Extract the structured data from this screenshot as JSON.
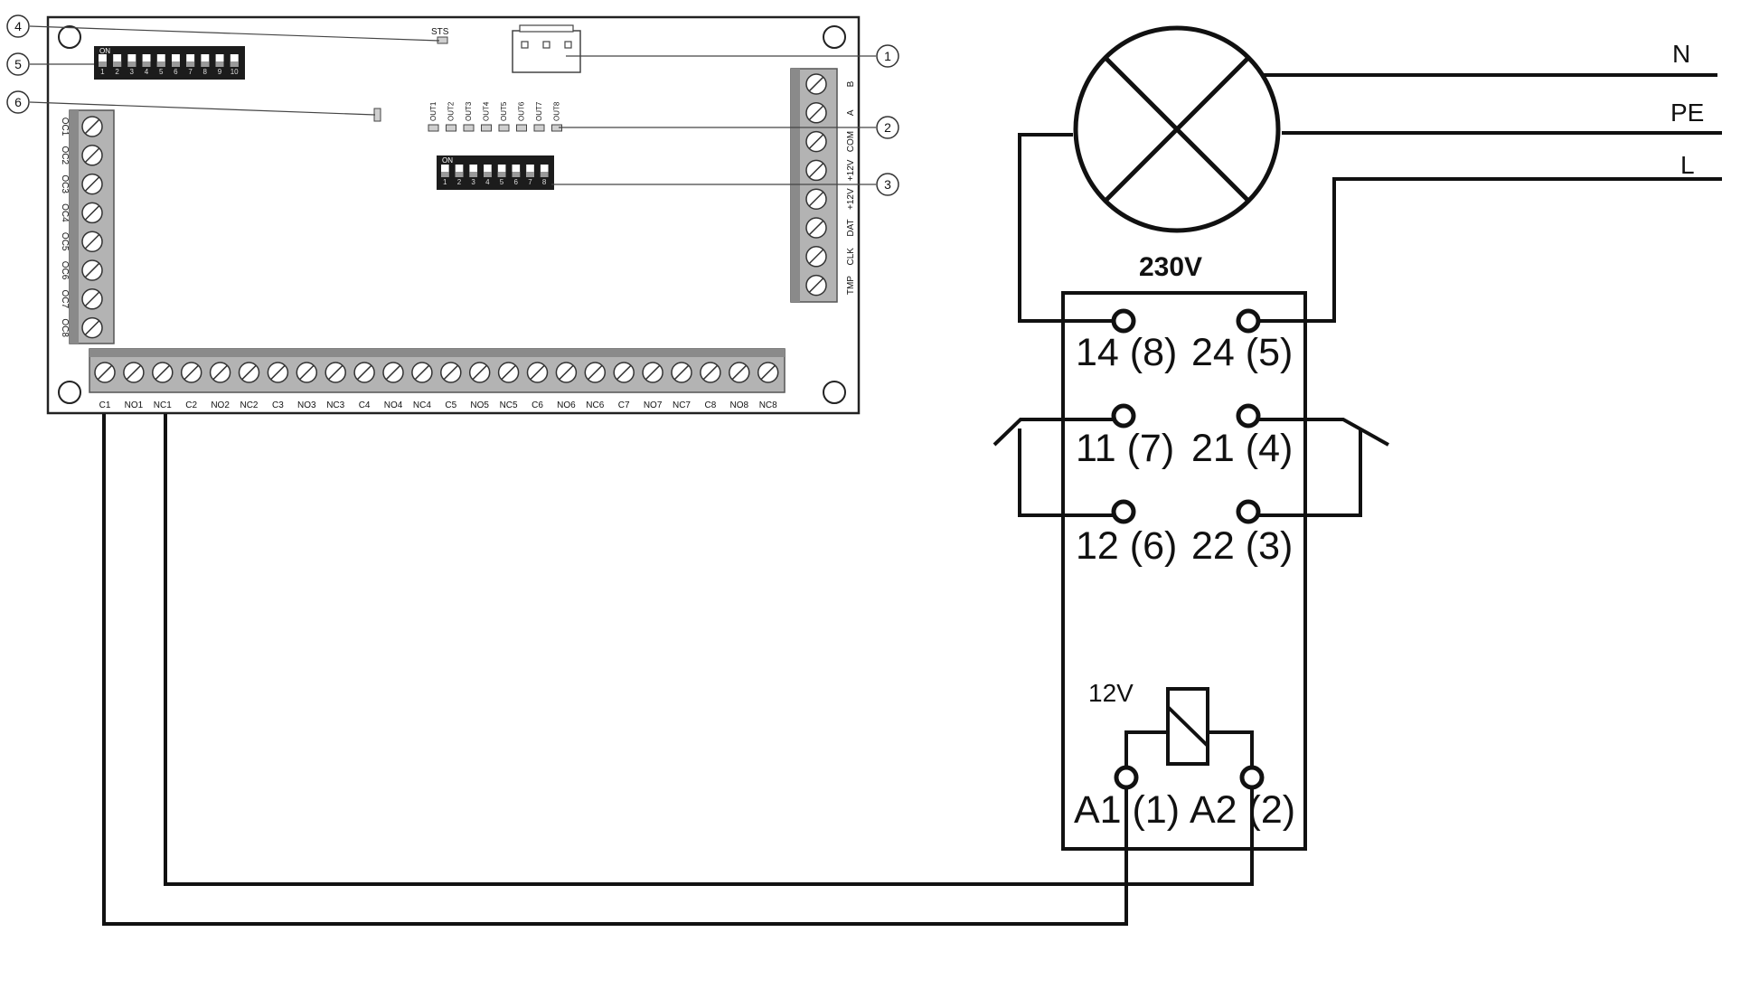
{
  "board": {
    "top_terminal_labels": [
      "C1",
      "NO1",
      "NC1",
      "C2",
      "NO2",
      "NC2",
      "C3",
      "NO3",
      "NC3",
      "C4",
      "NO4",
      "NC4",
      "C5",
      "NO5",
      "NC5",
      "C6",
      "NO6",
      "NC6",
      "C7",
      "NO7",
      "NC7",
      "C8",
      "NO8",
      "NC8"
    ],
    "left_terminal_labels": [
      "OC1",
      "OC2",
      "OC3",
      "OC4",
      "OC5",
      "OC6",
      "OC7",
      "OC8"
    ],
    "right_terminal_labels": [
      "B",
      "A",
      "COM",
      "+12V",
      "+12V",
      "DAT",
      "CLK",
      "TMP"
    ],
    "led_labels": [
      "OUT1",
      "OUT2",
      "OUT3",
      "OUT4",
      "OUT5",
      "OUT6",
      "OUT7",
      "OUT8"
    ],
    "sts_label": "STS",
    "dip10": {
      "on_label": "ON",
      "numbers": [
        "1",
        "2",
        "3",
        "4",
        "5",
        "6",
        "7",
        "8",
        "9",
        "10"
      ]
    },
    "dip8": {
      "on_label": "ON",
      "numbers": [
        "1",
        "2",
        "3",
        "4",
        "5",
        "6",
        "7",
        "8"
      ]
    },
    "callouts": [
      "1",
      "2",
      "3",
      "4",
      "5",
      "6"
    ]
  },
  "relay": {
    "voltage_label": "230V",
    "coil_voltage_label": "12V",
    "rows": [
      {
        "left": "14 (8)",
        "right": "24 (5)"
      },
      {
        "left": "11 (7)",
        "right": "21 (4)"
      },
      {
        "left": "12 (6)",
        "right": "22 (3)"
      }
    ],
    "coil_terminals": {
      "left": "A1 (1)",
      "right": "A2 (2)"
    }
  },
  "lines": {
    "n": "N",
    "pe": "PE",
    "l": "L"
  },
  "colors": {
    "line": "#111111",
    "board_fill": "#ffffff",
    "terminal_fill": "#b3b3b3",
    "dip_fill": "#1c1c1c",
    "led_fill": "#cfcfcf"
  }
}
